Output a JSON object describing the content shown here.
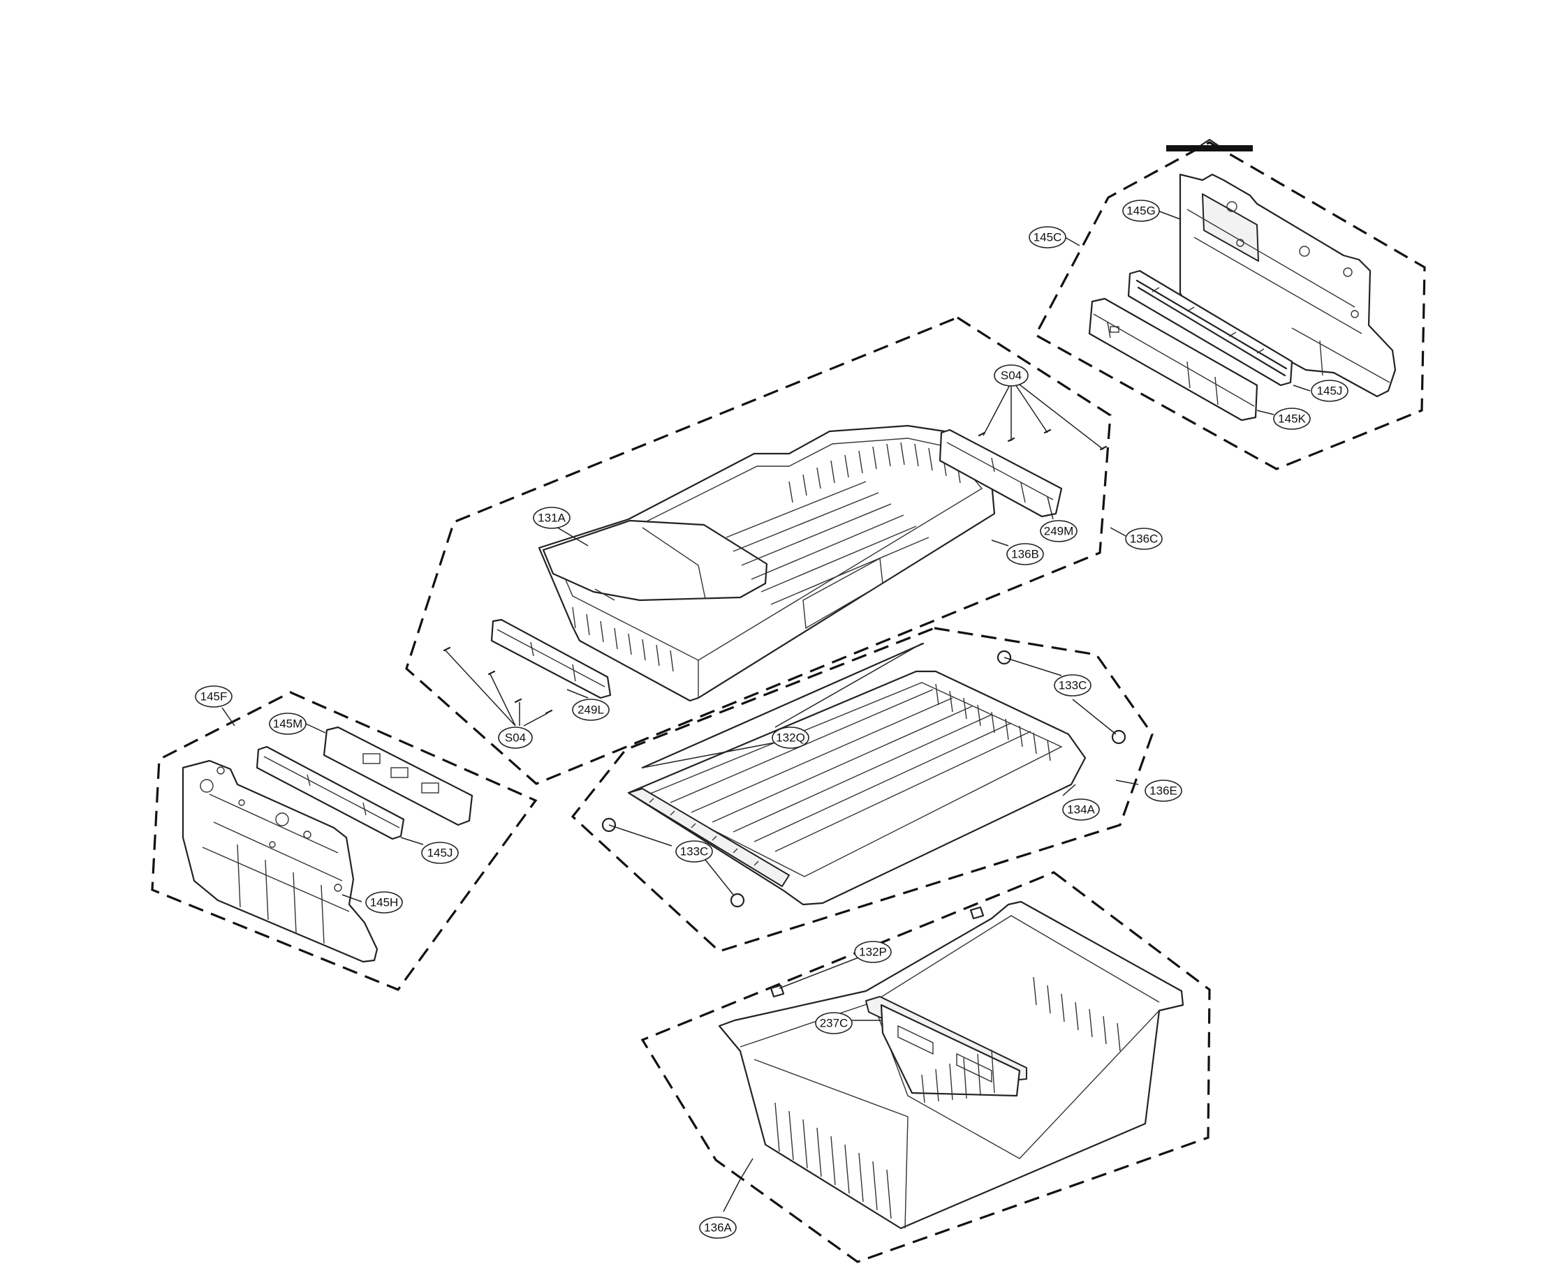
{
  "callouts": [
    {
      "id": "c-145g",
      "label": "145G"
    },
    {
      "id": "c-145c",
      "label": "145C"
    },
    {
      "id": "c-145j-top",
      "label": "145J"
    },
    {
      "id": "c-145k",
      "label": "145K"
    },
    {
      "id": "c-s04-top",
      "label": "S04"
    },
    {
      "id": "c-249m",
      "label": "249M"
    },
    {
      "id": "c-136c",
      "label": "136C"
    },
    {
      "id": "c-131a",
      "label": "131A"
    },
    {
      "id": "c-136b",
      "label": "136B"
    },
    {
      "id": "c-133c-top",
      "label": "133C"
    },
    {
      "id": "c-132q",
      "label": "132Q"
    },
    {
      "id": "c-136e",
      "label": "136E"
    },
    {
      "id": "c-134a",
      "label": "134A"
    },
    {
      "id": "c-133c-bottom",
      "label": "133C"
    },
    {
      "id": "c-249l",
      "label": "249L"
    },
    {
      "id": "c-s04-bottom",
      "label": "S04"
    },
    {
      "id": "c-145f",
      "label": "145F"
    },
    {
      "id": "c-145m",
      "label": "145M"
    },
    {
      "id": "c-145j-left",
      "label": "145J"
    },
    {
      "id": "c-145h",
      "label": "145H"
    },
    {
      "id": "c-132p",
      "label": "132P"
    },
    {
      "id": "c-237c",
      "label": "237C"
    },
    {
      "id": "c-136a",
      "label": "136A"
    }
  ]
}
